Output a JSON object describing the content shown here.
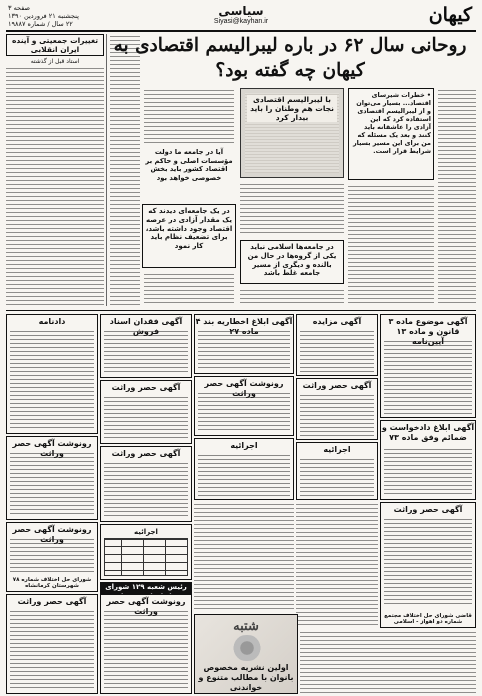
{
  "masthead": {
    "logo": "کیهان",
    "section": "سیاسی",
    "site": "Siyasi@kayhan.ir",
    "dateline_1": "صفحه ۳",
    "dateline_2": "پنجشنبه ۲۱ فروردین ۱۳۹۰",
    "dateline_3": "۲۲ سال / شماره ۱۹۸۸۷"
  },
  "headline": "روحانی سال ۶۲ در باره لیبرالیسم اقتصادی به کیهان چه گفته بود؟",
  "summary_box": {
    "title": "تغییرات جمعیتی و آینده ایران انقلابی",
    "subtitle": "استاد قبل از گذشته"
  },
  "photo_caption": "با لیبرالیسم اقتصادی نجات هم وطنان را باید بیدار کرد",
  "boxed_text": "• خطرات شیرسای اقتصاد... بسیار می‌توان و از لیبرالیسم اقتصادی استفاده کرد که این آزادی را عاشقانه باید کنند و بعد یک مسئله که من برای این مسیر بسیار شرایط قرار است.",
  "mid_head": "آیا در جامعه ما دولت مؤسسات اصلی و حاکم بر اقتصاد کشور باید بخش خصوصی خواهد بود",
  "pull_quote": "در یک جامعه‌ای دیدند که یک مقدار آزادی در عرصه اقتصاد وجود داشته باشد، برای تضعیف نظام باید کار نمود",
  "quote_box": "در جامعه‌ها اسلامی نباید یکی از گروه‌ها در حال من بالنده و دیگری از مسیر جامعه غلط باشد",
  "ads": [
    {
      "id": "ad1",
      "title": "آگهی موضوع ماده ۳ قانون و ماده ۱۳ آیین‌نامه"
    },
    {
      "id": "ad2",
      "title": "آگهی مزایده"
    },
    {
      "id": "ad3",
      "title": "آگهی فقدان اسناد فروش"
    },
    {
      "id": "ad4",
      "title": "دادنامه"
    },
    {
      "id": "ad5",
      "title": "آگهی ابلاغ اخطاریه بند ۴ ماده ۲۷"
    },
    {
      "id": "ad6",
      "title": "آگهی حصر وراثت"
    },
    {
      "id": "ad7",
      "title": "رونوشت آگهی حصر وراثت"
    },
    {
      "id": "ad8",
      "title": "آگهی حصر وراثت"
    },
    {
      "id": "ad9",
      "title": "آگهی ابلاغ دادخواست و ضمائم وفق ماده ۷۳"
    },
    {
      "id": "ad10",
      "title": "اجرائیه"
    },
    {
      "id": "ad11",
      "title": "اجرائیه"
    },
    {
      "id": "ad12",
      "title": "رونوشت آگهی حصر وراثت"
    },
    {
      "id": "ad13",
      "title": "آگهی حصر وراثت"
    },
    {
      "id": "ad14",
      "title": "رونوشت آگهی حصر وراثت"
    },
    {
      "id": "ad15",
      "title": "آگهی حصر وراثت"
    }
  ],
  "footers": {
    "f1": "قاضی شورای حل اختلاف مجتمع شماره دو اهواز - اسلامی",
    "f2": "رئیس شعبه ۱۲۹ شورای حل اختلاف همدان",
    "f3": "شورای حل اختلاف شماره ۷۸ شهرستان کرمانشاه"
  },
  "promo": {
    "line1": "شتبه",
    "line2": "اولین نشریه مخصوص بانوان با مطالب متنوع و خواندنی"
  }
}
